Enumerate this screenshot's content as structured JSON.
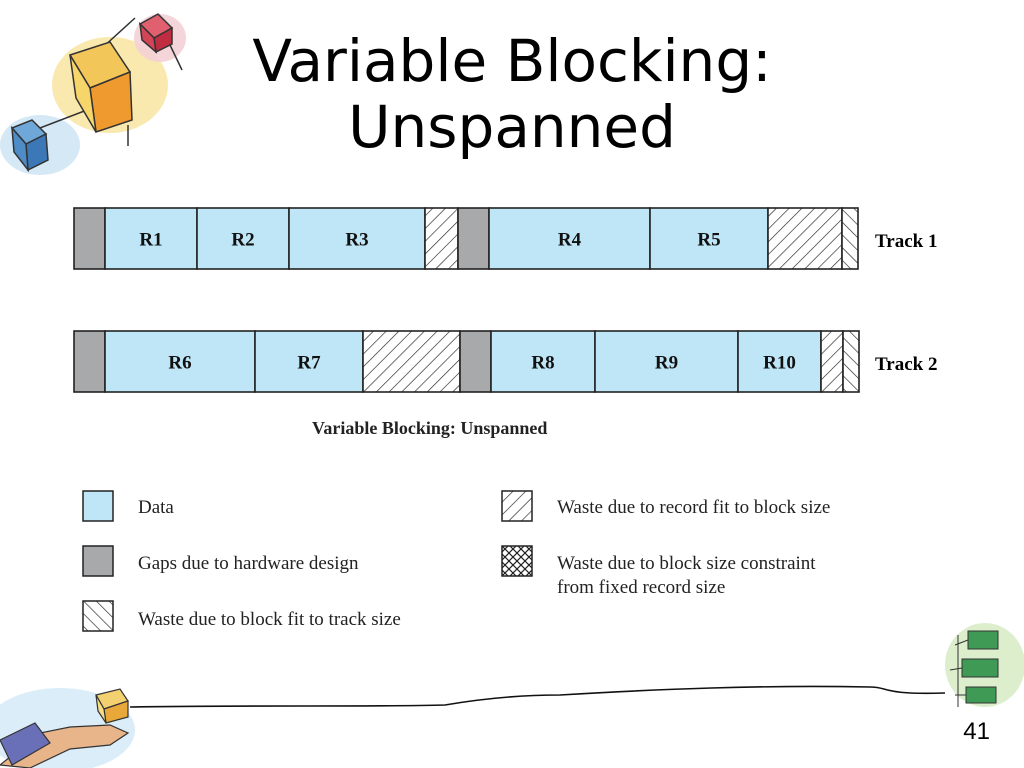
{
  "slide": {
    "title_line1": "Variable Blocking:",
    "title_line2": "Unspanned",
    "page_number": "41"
  },
  "diagram": {
    "caption": "Variable Blocking: Unspanned",
    "colors": {
      "data": "#bfe6f7",
      "gap": "#a8a9ab",
      "stroke": "#222222"
    },
    "tracks": [
      {
        "label": "Track 1",
        "segments": [
          {
            "type": "gap"
          },
          {
            "type": "data",
            "label": "R1"
          },
          {
            "type": "data",
            "label": "R2"
          },
          {
            "type": "data",
            "label": "R3"
          },
          {
            "type": "waste-record"
          },
          {
            "type": "gap"
          },
          {
            "type": "data",
            "label": "R4"
          },
          {
            "type": "data",
            "label": "R5"
          },
          {
            "type": "waste-record"
          },
          {
            "type": "waste-track"
          }
        ]
      },
      {
        "label": "Track 2",
        "segments": [
          {
            "type": "gap"
          },
          {
            "type": "data",
            "label": "R6"
          },
          {
            "type": "data",
            "label": "R7"
          },
          {
            "type": "waste-record"
          },
          {
            "type": "gap"
          },
          {
            "type": "data",
            "label": "R8"
          },
          {
            "type": "data",
            "label": "R9"
          },
          {
            "type": "data",
            "label": "R10"
          },
          {
            "type": "waste-record"
          },
          {
            "type": "waste-track"
          }
        ]
      }
    ]
  },
  "legend": {
    "data": "Data",
    "gaps": "Gaps due to hardware design",
    "waste_track": "Waste due to block fit to track size",
    "waste_record": "Waste due to record fit to block size",
    "waste_block_line1": "Waste due to block size constraint",
    "waste_block_line2": "from fixed record size"
  }
}
